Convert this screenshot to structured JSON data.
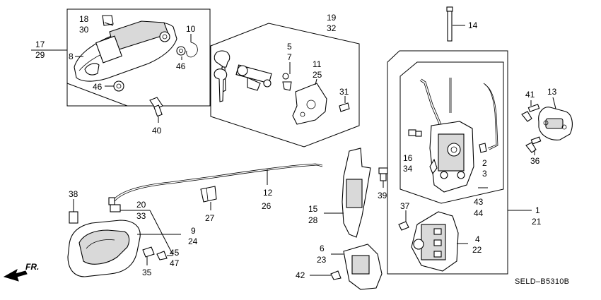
{
  "diagram_code": "SELD–B5310B",
  "direction_label": "FR.",
  "callouts": {
    "c17": "17",
    "c29": "29",
    "c8": "8",
    "c18": "18",
    "c30": "30",
    "c10": "10",
    "c46a": "46",
    "c46b": "46",
    "c40": "40",
    "c19": "19",
    "c32": "32",
    "c5": "5",
    "c7": "7",
    "c11": "11",
    "c25": "25",
    "c31": "31",
    "c14": "14",
    "c41": "41",
    "c13": "13",
    "c36": "36",
    "c16": "16",
    "c34": "34",
    "c2": "2",
    "c3": "3",
    "c43": "43",
    "c44": "44",
    "c1": "1",
    "c21": "21",
    "c37": "37",
    "c4": "4",
    "c22": "22",
    "c12": "12",
    "c26": "26",
    "c27": "27",
    "c39": "39",
    "c15": "15",
    "c28": "28",
    "c6": "6",
    "c23": "23",
    "c42": "42",
    "c38": "38",
    "c20": "20",
    "c33": "33",
    "c9": "9",
    "c24": "24",
    "c45": "45",
    "c47": "47",
    "c35": "35"
  }
}
